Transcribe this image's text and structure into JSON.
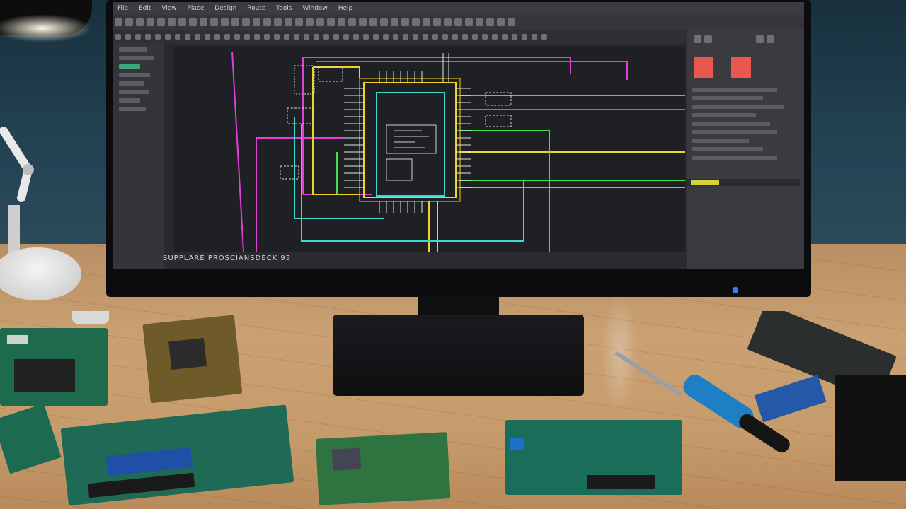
{
  "scene": {
    "description_tags": [
      "desk-lamp",
      "monitor",
      "eda-schematic",
      "circuit-boards",
      "soldering-iron"
    ]
  },
  "app": {
    "menu": [
      "File",
      "Edit",
      "View",
      "Place",
      "Design",
      "Route",
      "Tools",
      "Window",
      "Help"
    ],
    "status_text": "SUPPLARE PROSCIANSDECK 93"
  },
  "colors": {
    "trace_magenta": "#e33fd6",
    "trace_yellow": "#f2d21e",
    "trace_green": "#3fe04a",
    "trace_cyan": "#3fd8d0",
    "swatch_red": "#e8584c",
    "iron_blue": "#1f7fc4"
  }
}
